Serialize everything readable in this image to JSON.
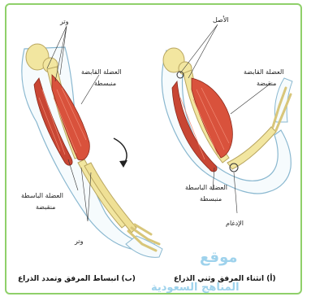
{
  "labels": {
    "left_tendon_top": "وتر",
    "left_flexor_name": "العضلة القابضة",
    "left_flexor_state": "منبسطة",
    "left_extensor_name": "العضلة الباسطة",
    "left_extensor_state": "منقبضة",
    "left_tendon_bottom": "وتر",
    "right_origin": "الأصل",
    "right_flexor_name": "العضلة القابضة",
    "right_flexor_state": "منقبضة",
    "right_extensor_name": "العضلة الباسطة",
    "right_extensor_state": "منبسطة",
    "right_insertion": "الإدغام"
  },
  "captions": {
    "left": "(ب) انبساط المرفق وتمدد الذراع",
    "right": "(أ) انثناء المرفق وثني الذراع"
  },
  "watermark": {
    "line1": "موقع",
    "line2": "المناهج السعودية"
  },
  "colors": {
    "frame": "#8fd06a",
    "skin_outline": "#8ab8d0",
    "bone": "#f2e6a0",
    "muscle": "#d9523c",
    "watermark": "#7ec4e6"
  }
}
